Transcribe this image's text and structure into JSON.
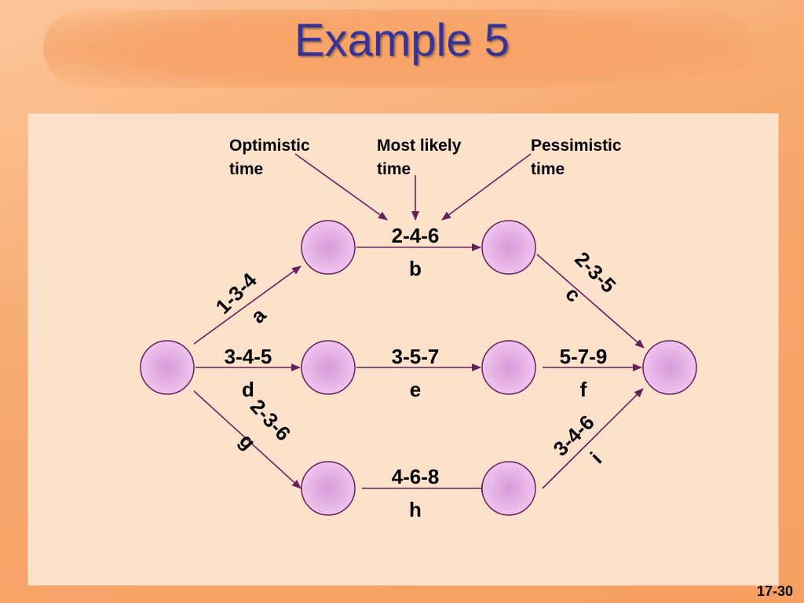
{
  "slide": {
    "title": "Example 5",
    "page_number": "17-30"
  },
  "callouts": {
    "optimistic": [
      "Optimistic",
      "time"
    ],
    "most_likely": [
      "Most likely",
      "time"
    ],
    "pessimistic": [
      "Pessimistic",
      "time"
    ]
  },
  "activities": {
    "a": {
      "times": "1-3-4",
      "letter": "a"
    },
    "b": {
      "times": "2-4-6",
      "letter": "b"
    },
    "c": {
      "times": "2-3-5",
      "letter": "c"
    },
    "d": {
      "times": "3-4-5",
      "letter": "d"
    },
    "e": {
      "times": "3-5-7",
      "letter": "e"
    },
    "f": {
      "times": "5-7-9",
      "letter": "f"
    },
    "g": {
      "times": "2-3-6",
      "letter": "g"
    },
    "h": {
      "times": "4-6-8",
      "letter": "h"
    },
    "i": {
      "times": "3-4-6",
      "letter": "i"
    }
  },
  "colors": {
    "node_fill": "#e6b4e6",
    "node_stroke": "#6b1f5a",
    "arrow": "#6b1f5a",
    "title": "#33339a"
  }
}
